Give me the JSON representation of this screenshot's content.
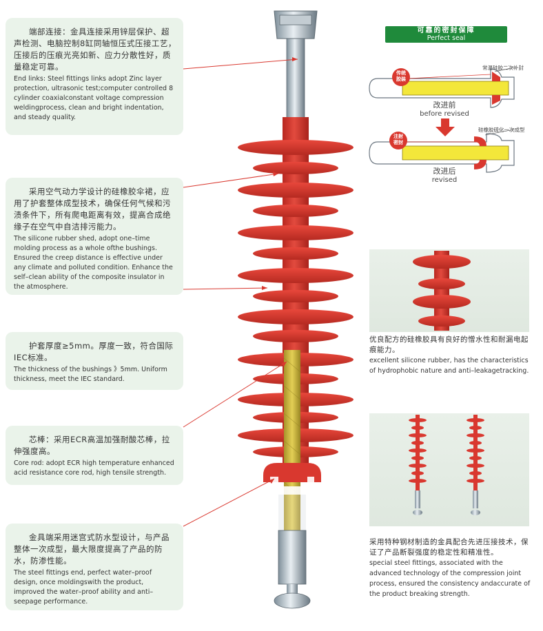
{
  "perfect_seal": {
    "title_zh": "可靠的密封保障",
    "title_en": "Perfect seal"
  },
  "before": {
    "badge_line1": "传统",
    "badge_line2": "胶装",
    "note": "常温硅胶二次补封",
    "label_zh": "改进前",
    "label_en": "before revised"
  },
  "after": {
    "badge_line1": "注射",
    "badge_line2": "密封",
    "note": "硅橡胶硫化一次成型",
    "label_zh": "改进后",
    "label_en": "revised"
  },
  "boxes": [
    {
      "zh": "端部连接：金具连接采用锌层保护、超声检测、电脑控制8缸同轴恒压式压接工艺，压接后的压痕光亮如新、应力分散性好，质量稳定可靠。",
      "en": "End links: Steel fittings links adopt Zinc layer protection, ultrasonic test;computer controlled 8 cylinder coaxialconstant voltage compression weldingprocess, clean and bright indentation, and steady quality."
    },
    {
      "zh": "采用空气动力学设计的硅橡胶伞裙，应用了护套整体成型技术，确保任何气候和污渍条件下，所有爬电距离有效，提高合成绝缘子在空气中自洁排污能力。",
      "en": "The silicone rubber shed, adopt one–time molding process as a whole ofthe bushings. Ensured the creep distance is effective under any climate and polluted condition. Enhance the self–clean ability of the composite insulator in the atmosphere."
    },
    {
      "zh": "护套厚度≥5mm。厚度一致，符合国际IEC标准。",
      "en": "The thickness of the bushings 》5mm. Uniform thickness, meet the IEC standard."
    },
    {
      "zh": "芯棒：采用ECR高温加强耐酸芯棒，拉伸强度高。",
      "en": "Core rod: adopt ECR high temperature enhanced acid resistance core rod, high tensile strength."
    },
    {
      "zh": "金具端采用迷宫式防水型设计，与产品整体一次成型，最大限度提高了产品的防水，防渗性能。",
      "en": "The steel fittings end, perfect water–proof design, once moldingswith the product, improved the water–proof ability and anti–seepage performance."
    }
  ],
  "photo1": {
    "zh": "优良配方的硅橡胶具有良好的憎水性和耐漏电起痕能力。",
    "en": "excellent silicone rubber, has the characteristics of hydrophobic nature and anti–leakagetracking."
  },
  "photo2": {
    "zh": "采用特种钢材制造的金具配合先进压接技术，保证了产品断裂强度的稳定性和精准性。",
    "en": "special steel fittings, associated with the advanced technology of the compression joint process, ensured the consistency andaccurate of the product breaking strength."
  },
  "colors": {
    "red": "#d9382f",
    "dark_red": "#a8231c",
    "box_bg": "#eaf3ea",
    "green": "#1f8a3b",
    "rod": "#c8b23a"
  }
}
